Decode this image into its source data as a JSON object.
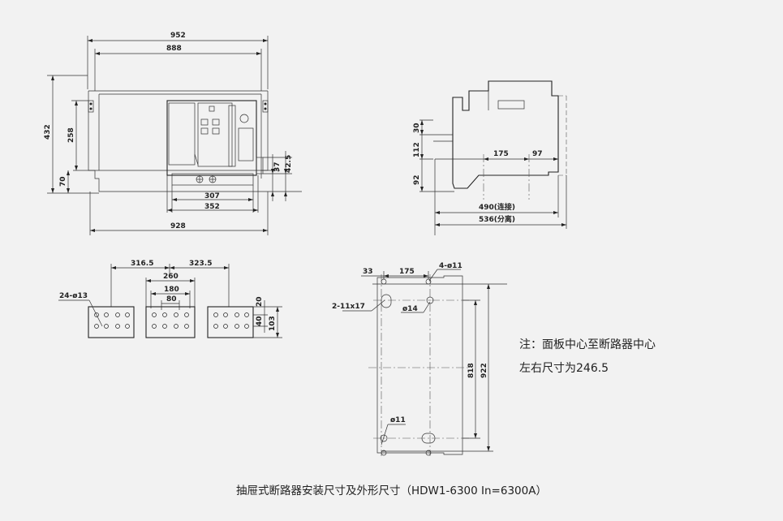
{
  "caption": "抽屉式断路器安装尺寸及外形尺寸（HDW1-6300 In=6300A）",
  "note_line1": "注：面板中心至断路器中心",
  "note_line2": "左右尺寸为246.5",
  "front_view": {
    "width_overall": "952",
    "width_inner": "888",
    "height_overall": "432",
    "height_upper": "258",
    "height_base": "70",
    "gap_37": "37",
    "gap_42_5": "42.5",
    "base_width_1": "307",
    "base_width_2": "352",
    "base_width_3": "928"
  },
  "side_view": {
    "d30": "30",
    "d112": "112",
    "d92": "92",
    "d175": "175",
    "d97": "97",
    "depth_connected": "490(连接)",
    "depth_separated": "536(分离)"
  },
  "terminal_view": {
    "pitch_left": "316.5",
    "pitch_right": "323.5",
    "w260": "260",
    "w180": "180",
    "w80": "80",
    "holes": "24-ø13",
    "h20": "20",
    "h40": "40",
    "h103": "103"
  },
  "mounting_view": {
    "d33": "33",
    "d175": "175",
    "holes_4": "4-ø11",
    "slot": "2-11x17",
    "hole_14": "ø14",
    "hole_11": "ø11",
    "h818": "818",
    "h922": "922"
  }
}
